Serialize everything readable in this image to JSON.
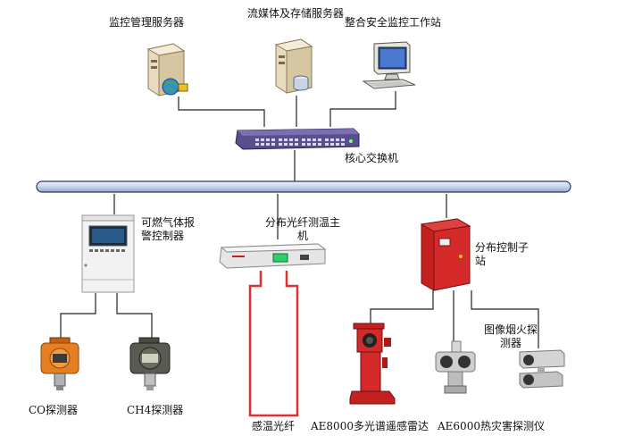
{
  "labels": {
    "monitor_server": "监控管理服务器",
    "media_server": "流媒体及存储服务器",
    "workstation": "整合安全监控工作站",
    "core_switch": "核心交换机",
    "gas_controller": "可燃气体报警控制器",
    "fiber_host": "分布光纤测温主机",
    "substation": "分布控制子站",
    "image_detector": "图像烟火探测器",
    "co_detector": "CO探测器",
    "ch4_detector": "CH4探测器",
    "sensing_fiber": "感温光纤",
    "ae8000": "AE8000多光谱遥感雷达",
    "ae6000": "AE6000热灾害探测仪"
  },
  "colors": {
    "bus": "#c9d9ee",
    "bus_stroke": "#2a3a5a",
    "switch": "#4a3f7a",
    "fiber": "#e03030",
    "cabinet_red": "#d42a2a",
    "detector_orange": "#e67e22"
  },
  "icons": {
    "monitor_server": "server-tower-globe-icon",
    "media_server": "server-tower-disk-icon",
    "workstation": "desktop-computer-icon",
    "core_switch": "network-switch-icon",
    "gas_controller": "gas-alarm-controller-icon",
    "fiber_host": "rack-unit-icon",
    "substation": "red-cabinet-icon",
    "co_detector": "orange-gas-detector-icon",
    "ch4_detector": "grey-gas-detector-icon",
    "ae8000": "red-radar-tower-icon",
    "ae6000": "ptz-camera-icon",
    "image_detector": "bullet-camera-icon"
  }
}
